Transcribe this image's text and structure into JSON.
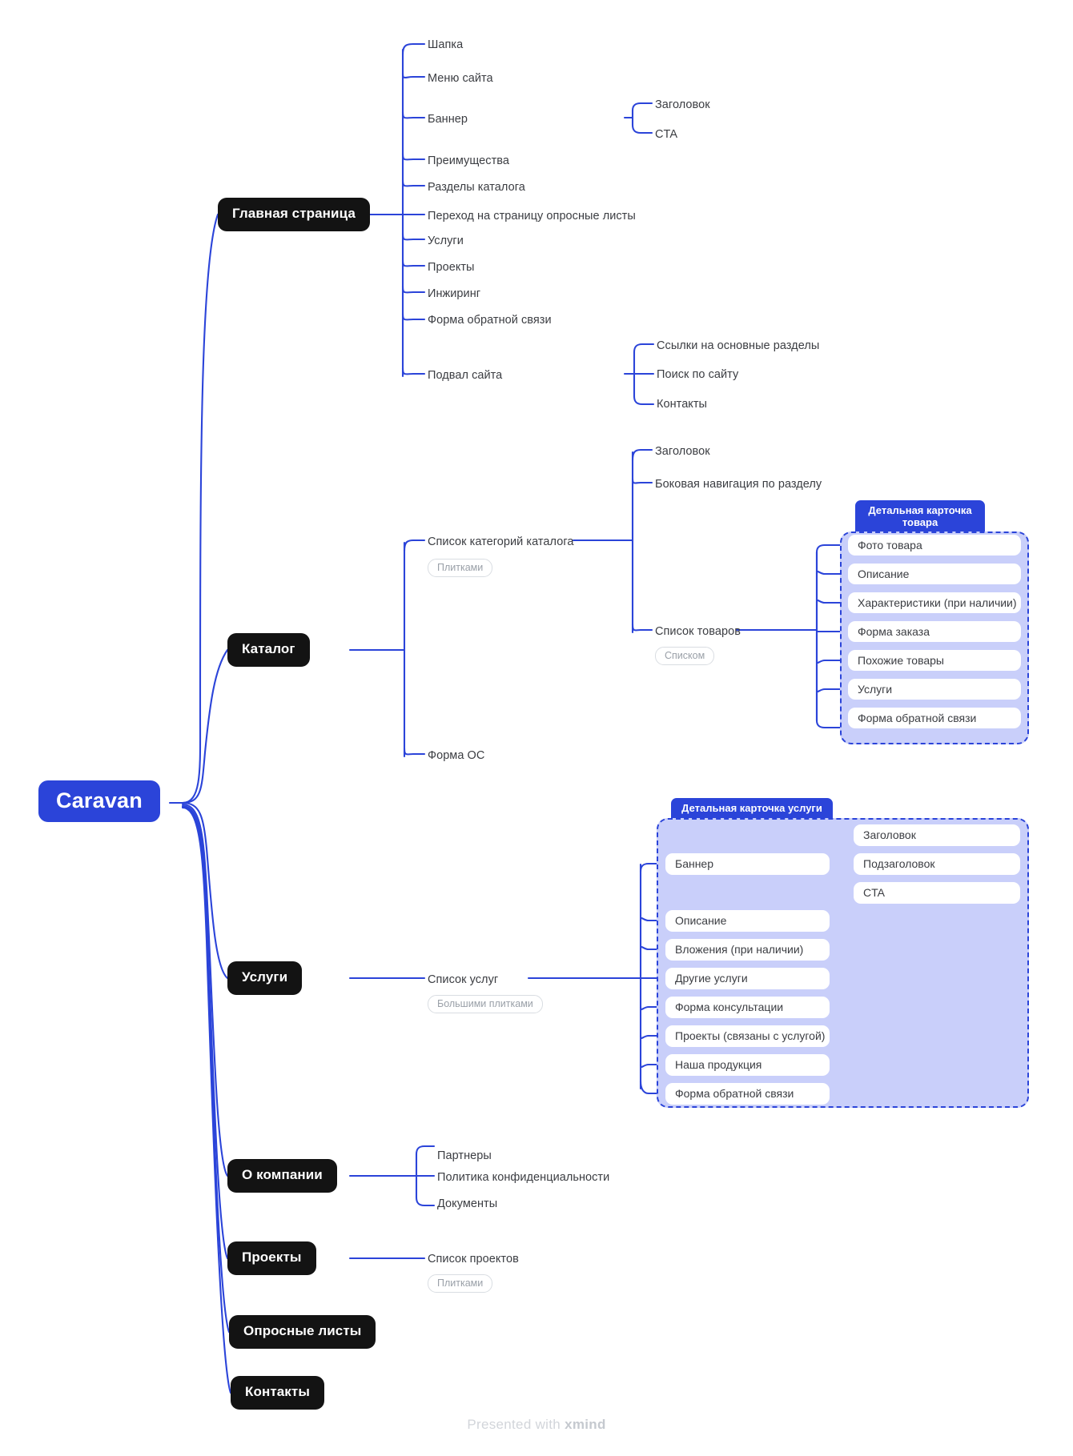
{
  "root": {
    "label": "Caravan"
  },
  "colors": {
    "accent": "#2B44D9",
    "node_dark": "#131313",
    "group_fill": "#c9cffa",
    "text": "#3b3d42",
    "chip_text": "#9aa0a8"
  },
  "footer": {
    "prefix": "Presented with ",
    "brand": "xmind"
  },
  "branches": {
    "home": {
      "label": "Главная страница",
      "children": [
        {
          "label": "Шапка"
        },
        {
          "label": "Меню сайта"
        },
        {
          "label": "Баннер",
          "children": [
            {
              "label": "Заголовок"
            },
            {
              "label": "CTA"
            }
          ]
        },
        {
          "label": "Преимущества"
        },
        {
          "label": "Разделы каталога"
        },
        {
          "label": "Переход на страницу опросные листы"
        },
        {
          "label": "Услуги"
        },
        {
          "label": "Проекты"
        },
        {
          "label": "Инжиринг"
        },
        {
          "label": "Форма обратной связи"
        },
        {
          "label": "Подвал сайта",
          "children": [
            {
              "label": "Ссылки на основные разделы"
            },
            {
              "label": "Поиск по сайту"
            },
            {
              "label": "Контакты"
            }
          ]
        }
      ]
    },
    "catalog": {
      "label": "Каталог",
      "children": [
        {
          "label": "Список категорий каталога",
          "chip": "Плитками",
          "children": [
            {
              "label": "Заголовок"
            },
            {
              "label": "Боковая навигация по разделу"
            },
            {
              "label": "Список товаров",
              "chip": "Списком",
              "group": "product_card"
            }
          ]
        },
        {
          "label": "Форма ОС"
        }
      ]
    },
    "services": {
      "label": "Услуги",
      "children": [
        {
          "label": "Список услуг",
          "chip": "Большими плитками",
          "group": "service_card"
        }
      ]
    },
    "about": {
      "label": "О компании",
      "children": [
        {
          "label": "Партнеры"
        },
        {
          "label": "Политика конфиденциальности"
        },
        {
          "label": "Документы"
        }
      ]
    },
    "projects": {
      "label": "Проекты",
      "children": [
        {
          "label": "Список проектов",
          "chip": "Плитками"
        }
      ]
    },
    "surveys": {
      "label": "Опросные листы",
      "children": []
    },
    "contacts": {
      "label": "Контакты",
      "children": []
    }
  },
  "groups": {
    "product_card": {
      "title": "Детальная карточка товара",
      "items": [
        {
          "label": "Фото товара"
        },
        {
          "label": "Описание"
        },
        {
          "label": "Характеристики (при наличии)"
        },
        {
          "label": "Форма заказа"
        },
        {
          "label": "Похожие товары"
        },
        {
          "label": "Услуги"
        },
        {
          "label": "Форма обратной связи"
        }
      ]
    },
    "service_card": {
      "title": "Детальная карточка услуги",
      "items": [
        {
          "label": "Баннер",
          "children": [
            {
              "label": "Заголовок"
            },
            {
              "label": "Подзаголовок"
            },
            {
              "label": "CTA"
            }
          ]
        },
        {
          "label": "Описание"
        },
        {
          "label": "Вложения (при наличии)"
        },
        {
          "label": "Другие услуги"
        },
        {
          "label": "Форма консультации"
        },
        {
          "label": "Проекты (связаны с услугой)"
        },
        {
          "label": "Наша продукция"
        },
        {
          "label": "Форма обратной связи"
        }
      ]
    }
  }
}
